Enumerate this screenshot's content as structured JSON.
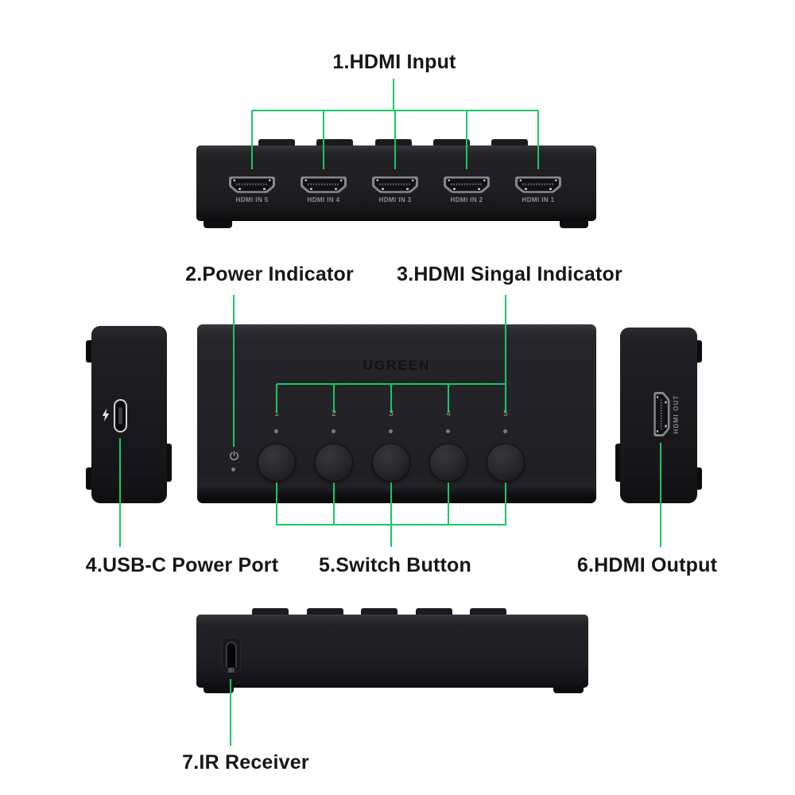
{
  "colors": {
    "accent_green": "#17C964",
    "label_text": "#161616",
    "device_body": "#202024"
  },
  "callouts": {
    "hdmi_input": "1.HDMI Input",
    "power_indicator": "2.Power Indicator",
    "hdmi_signal_indicator": "3.HDMI Singal Indicator",
    "usb_c_power_port": "4.USB-C Power Port",
    "switch_button": "5.Switch Button",
    "hdmi_output": "6.HDMI Output",
    "ir_receiver": "7.IR Receiver"
  },
  "back_panel": {
    "port_labels": [
      "HDMI IN 5",
      "HDMI IN 4",
      "HDMI IN 3",
      "HDMI IN 2",
      "HDMI IN 1"
    ]
  },
  "front_panel": {
    "brand": "UGREEN",
    "button_numbers": [
      "1",
      "2",
      "3",
      "4",
      "5"
    ]
  },
  "right_side": {
    "port_label": "HDMI OUT"
  },
  "bottom_panel": {
    "ir_label": "IR"
  },
  "icons": {
    "power": "power-symbol-icon",
    "lightning": "lightning-bolt-icon",
    "hdmi_port": "hdmi-port-icon",
    "usb_c": "usb-c-port-icon",
    "ir": "ir-receiver-window-icon"
  }
}
